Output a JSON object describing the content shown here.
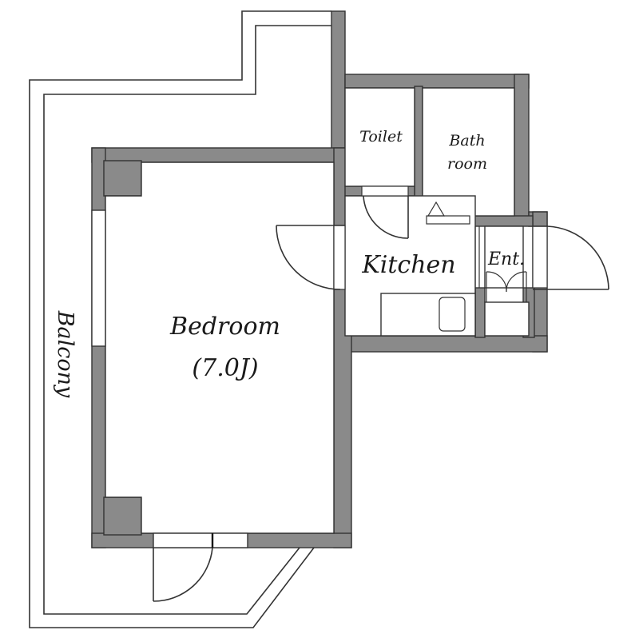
{
  "plan": {
    "rooms": [
      {
        "id": "bedroom",
        "label": "Bedroom",
        "size": "(7.0J)"
      },
      {
        "id": "kitchen",
        "label": "Kitchen"
      },
      {
        "id": "toilet",
        "label": "Toilet"
      },
      {
        "id": "bathroom",
        "label_line1": "Bath",
        "label_line2": "room"
      },
      {
        "id": "entrance",
        "label": "Ent."
      },
      {
        "id": "balcony",
        "label": "Balcony"
      }
    ],
    "colors": {
      "wall": "#8a8a8a",
      "line": "#333333",
      "background": "#ffffff"
    }
  }
}
